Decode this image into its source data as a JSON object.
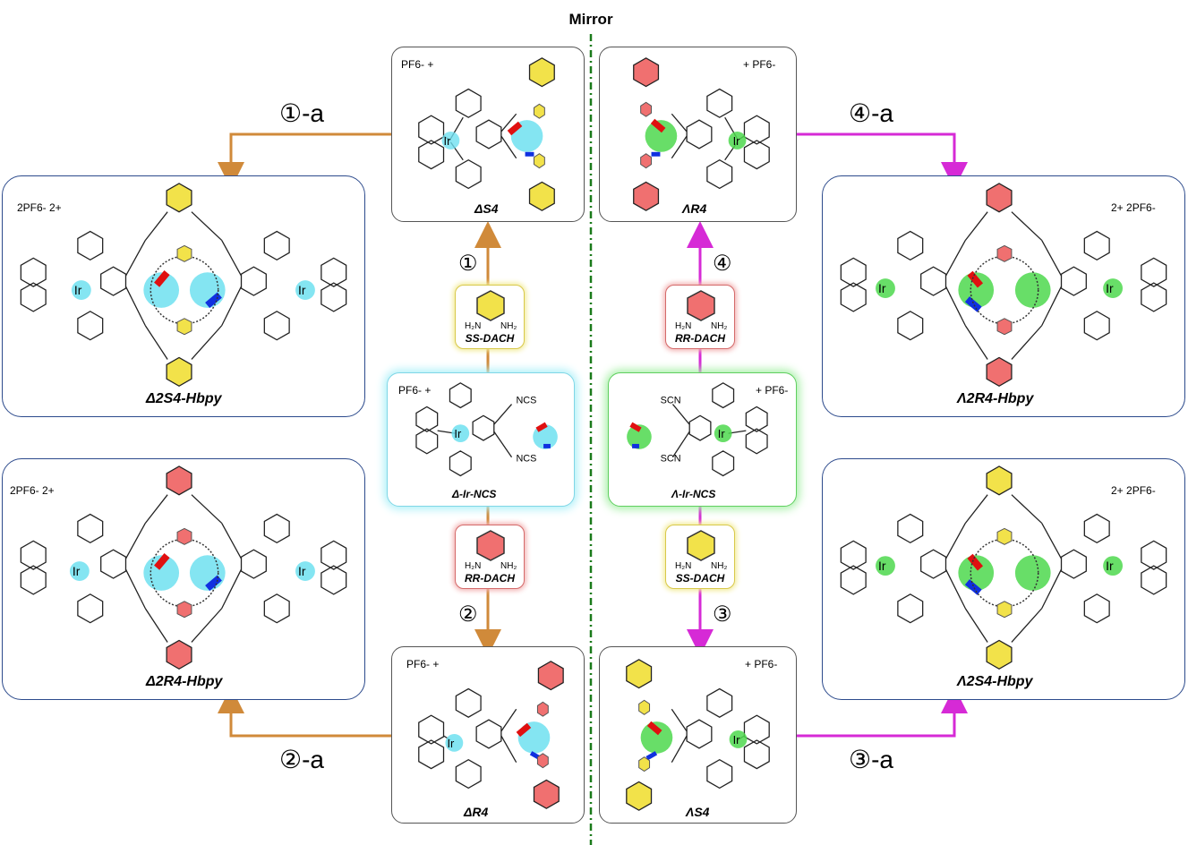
{
  "mirror": {
    "title": "Mirror"
  },
  "steps": {
    "s1": "①",
    "s1a": "①-a",
    "s2": "②",
    "s2a": "②-a",
    "s3": "③",
    "s3a": "③-a",
    "s4": "④",
    "s4a": "④-a"
  },
  "reagents": {
    "ss_dach": "SS-DACH",
    "rr_dach": "RR-DACH"
  },
  "center": {
    "delta_ir_ncs": "Δ-Ir-NCS",
    "lambda_ir_ncs": "Λ-Ir-NCS",
    "delta_s4": "ΔS4",
    "lambda_r4": "ΛR4",
    "delta_r4": "ΔR4",
    "lambda_s4": "ΛS4"
  },
  "cages": {
    "d2s4": "Δ2S4-Hbpy",
    "l2r4": "Λ2R4-Hbpy",
    "d2r4": "Δ2R4-Hbpy",
    "l2s4": "Λ2S4-Hbpy"
  },
  "anions": {
    "mono_left": "PF6- +",
    "mono_right": "+ PF6-",
    "di_left": "2PF6- 2+",
    "di_right": "2+ 2PF6-"
  },
  "colors": {
    "delta_path": "#d08a3a",
    "lambda_path": "#d62ad6",
    "mirror_line": "#1a7a1a",
    "ir_delta": "#6fe0f0",
    "ir_lambda": "#4ed84e",
    "ss_ring": "#f2e24a",
    "rr_ring": "#f07070"
  }
}
